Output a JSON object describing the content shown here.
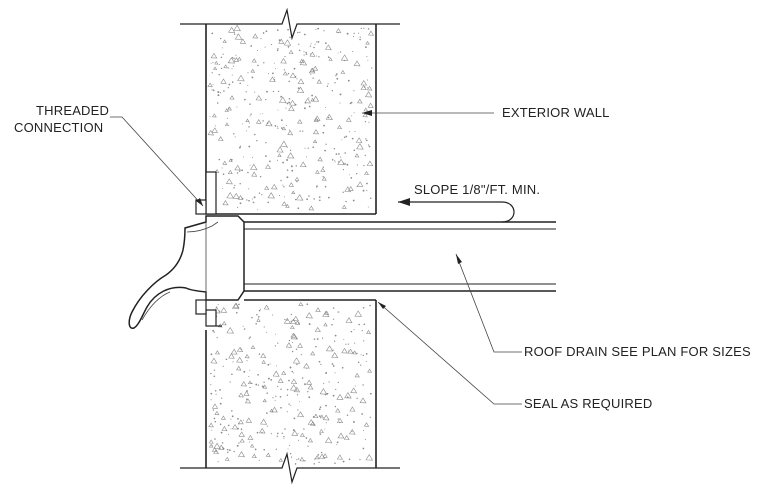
{
  "labels": {
    "threaded_line1": "THREADED",
    "threaded_line2": "CONNECTION",
    "exterior_wall": "EXTERIOR WALL",
    "slope": "SLOPE 1/8\"/FT. MIN.",
    "roof_drain": "ROOF DRAIN SEE PLAN FOR SIZES",
    "seal": "SEAL AS REQUIRED"
  },
  "colors": {
    "line": "#222222",
    "stipple": "#8a8a8a",
    "background": "#ffffff"
  }
}
